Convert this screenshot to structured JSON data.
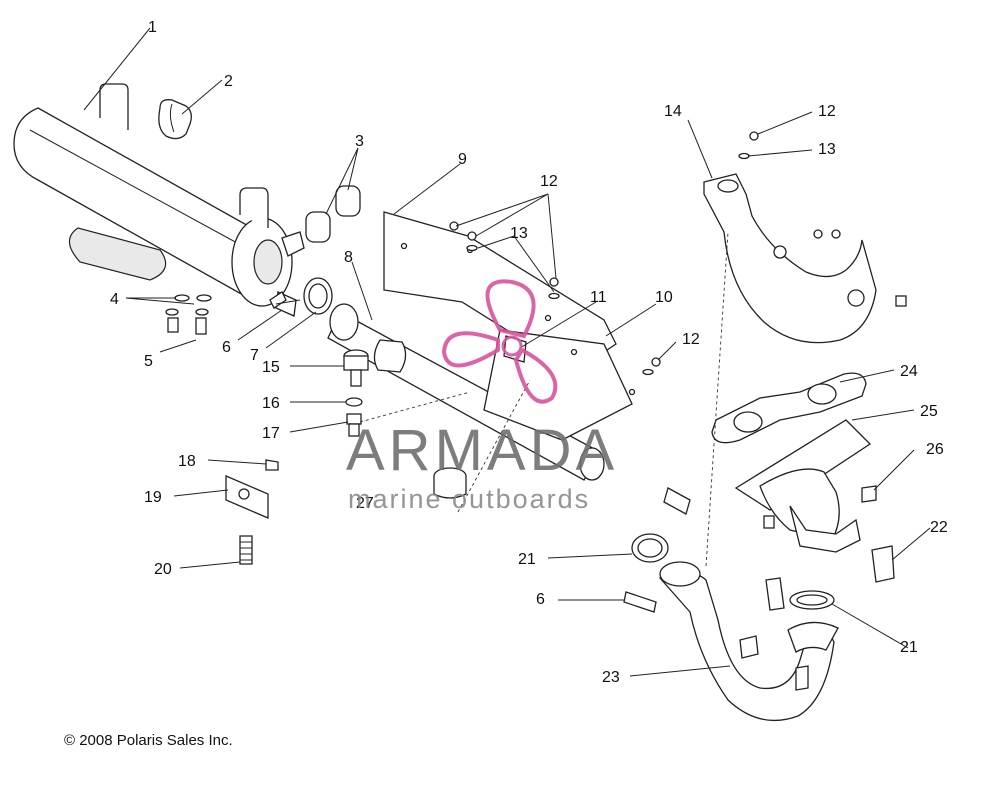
{
  "diagram": {
    "callouts": [
      {
        "id": "c1",
        "label": "1"
      },
      {
        "id": "c2",
        "label": "2"
      },
      {
        "id": "c3",
        "label": "3"
      },
      {
        "id": "c4",
        "label": "4"
      },
      {
        "id": "c5",
        "label": "5"
      },
      {
        "id": "c6a",
        "label": "6"
      },
      {
        "id": "c6b",
        "label": "6"
      },
      {
        "id": "c7",
        "label": "7"
      },
      {
        "id": "c8",
        "label": "8"
      },
      {
        "id": "c9",
        "label": "9"
      },
      {
        "id": "c10",
        "label": "10"
      },
      {
        "id": "c11",
        "label": "11"
      },
      {
        "id": "c12a",
        "label": "12"
      },
      {
        "id": "c12b",
        "label": "12"
      },
      {
        "id": "c12c",
        "label": "12"
      },
      {
        "id": "c13a",
        "label": "13"
      },
      {
        "id": "c13b",
        "label": "13"
      },
      {
        "id": "c14",
        "label": "14"
      },
      {
        "id": "c15",
        "label": "15"
      },
      {
        "id": "c16",
        "label": "16"
      },
      {
        "id": "c17",
        "label": "17"
      },
      {
        "id": "c18",
        "label": "18"
      },
      {
        "id": "c19",
        "label": "19"
      },
      {
        "id": "c20",
        "label": "20"
      },
      {
        "id": "c21a",
        "label": "21"
      },
      {
        "id": "c21b",
        "label": "21"
      },
      {
        "id": "c22",
        "label": "22"
      },
      {
        "id": "c23",
        "label": "23"
      },
      {
        "id": "c24",
        "label": "24"
      },
      {
        "id": "c25",
        "label": "25"
      },
      {
        "id": "c26",
        "label": "26"
      },
      {
        "id": "c27",
        "label": "27"
      }
    ]
  },
  "watermark": {
    "title": "ARMADA",
    "subtitle": "marine outboards",
    "logo_color": "#d9539c",
    "text_color": "#6f6f6f"
  },
  "footer": {
    "copyright": "© 2008 Polaris Sales Inc."
  }
}
